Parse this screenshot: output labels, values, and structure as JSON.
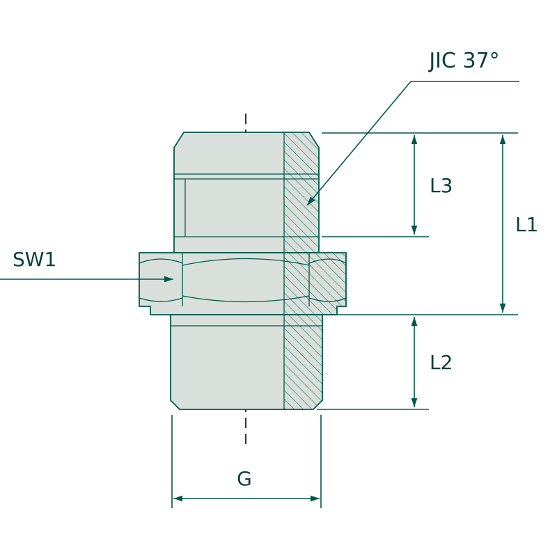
{
  "title": "JIC 37 degree male adapter technical drawing",
  "labels": {
    "jic": "JIC 37°",
    "sw1": "SW1",
    "l1": "L1",
    "l2": "L2",
    "l3": "L3",
    "g": "G"
  },
  "colors": {
    "line": "#00584b",
    "text": "#093f37",
    "body_fill": "#d9dfda",
    "centerline": "#1c1c1c",
    "background": "#ffffff"
  }
}
